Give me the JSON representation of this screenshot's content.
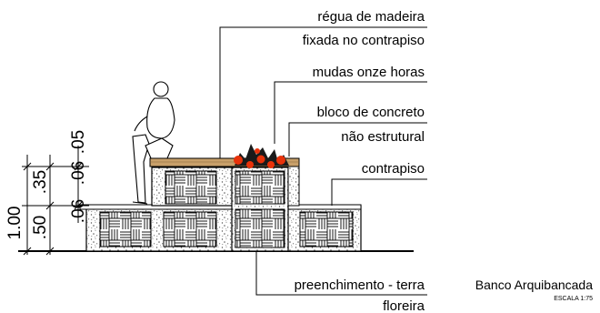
{
  "labels": {
    "regua_line1": "régua de madeira",
    "regua_line2": "fixada no contrapiso",
    "mudas": "mudas onze horas",
    "bloco_line1": "bloco de concreto",
    "bloco_line2": "não estrutural",
    "contrapiso": "contrapiso",
    "preench_line1": "preenchimento - terra",
    "preench_line2": "floreira"
  },
  "dimensions": {
    "total": "1.00",
    "upper": ".35",
    "lower": ".50",
    "small1": ".05",
    "small2": ".06",
    "small3": ".06"
  },
  "title": {
    "name": "Banco Arquibancada",
    "scale": "ESCALA 1:75"
  },
  "colors": {
    "line": "#000000",
    "wood": "#c8a06a",
    "flower_red": "#e8320a",
    "flower_dark": "#1a1a1a",
    "concrete_dot": "#555555"
  }
}
